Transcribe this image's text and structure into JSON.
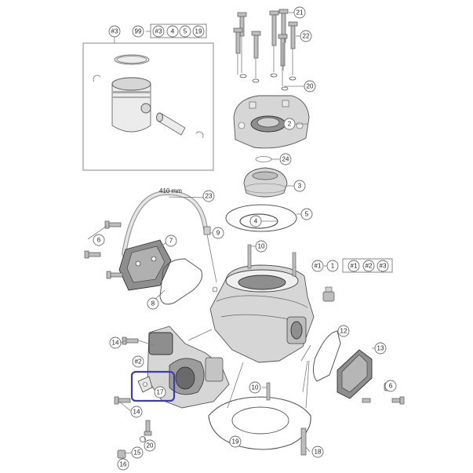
{
  "colors": {
    "highlight": "#3c3cb4",
    "line": "#7a7a7a"
  },
  "diagram": {
    "inset_label": "#3",
    "kit_callouts": [
      "99",
      "#3",
      "4",
      "5",
      "19"
    ],
    "group_callout": [
      "#1",
      "1",
      "#1",
      "#2",
      "#3"
    ],
    "hose_length_label": "410 mm",
    "sub_label": "#2",
    "selected_part": "17",
    "callouts": [
      {
        "id": "c21",
        "text": "21"
      },
      {
        "id": "c22",
        "text": "22"
      },
      {
        "id": "c20a",
        "text": "20"
      },
      {
        "id": "c2",
        "text": "2"
      },
      {
        "id": "c24",
        "text": "24"
      },
      {
        "id": "c3",
        "text": "3"
      },
      {
        "id": "c23",
        "text": "23"
      },
      {
        "id": "c4",
        "text": "4"
      },
      {
        "id": "c5",
        "text": "5"
      },
      {
        "id": "c9",
        "text": "9"
      },
      {
        "id": "c6a",
        "text": "6"
      },
      {
        "id": "c7",
        "text": "7"
      },
      {
        "id": "c10a",
        "text": "10"
      },
      {
        "id": "c8",
        "text": "8"
      },
      {
        "id": "c12",
        "text": "12"
      },
      {
        "id": "c14a",
        "text": "14"
      },
      {
        "id": "c13",
        "text": "13"
      },
      {
        "id": "c6b",
        "text": "6"
      },
      {
        "id": "c10b",
        "text": "10"
      },
      {
        "id": "c17",
        "text": "17"
      },
      {
        "id": "c14b",
        "text": "14"
      },
      {
        "id": "c19",
        "text": "19"
      },
      {
        "id": "c20b",
        "text": "20"
      },
      {
        "id": "c15",
        "text": "15"
      },
      {
        "id": "c18",
        "text": "18"
      },
      {
        "id": "c16",
        "text": "16"
      }
    ]
  }
}
